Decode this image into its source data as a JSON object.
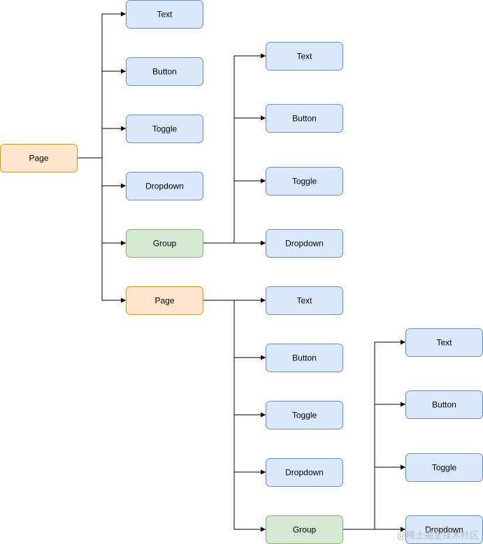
{
  "colors": {
    "page_fill": "#ffe6cc",
    "page_stroke": "#d79b00",
    "component_fill": "#dae8fc",
    "component_stroke": "#6c8ebf",
    "group_fill": "#d5e8d4",
    "group_stroke": "#82b366",
    "edge": "#000000"
  },
  "nodes": [
    {
      "id": "page-root",
      "label": "Page",
      "kind": "page"
    },
    {
      "id": "text-1",
      "label": "Text",
      "kind": "component"
    },
    {
      "id": "button-1",
      "label": "Button",
      "kind": "component"
    },
    {
      "id": "toggle-1",
      "label": "Toggle",
      "kind": "component"
    },
    {
      "id": "dropdown-1",
      "label": "Dropdown",
      "kind": "component"
    },
    {
      "id": "group-1",
      "label": "Group",
      "kind": "group"
    },
    {
      "id": "page-2",
      "label": "Page",
      "kind": "page"
    },
    {
      "id": "text-2",
      "label": "Text",
      "kind": "component"
    },
    {
      "id": "button-2",
      "label": "Button",
      "kind": "component"
    },
    {
      "id": "toggle-2",
      "label": "Toggle",
      "kind": "component"
    },
    {
      "id": "dropdown-2",
      "label": "Dropdown",
      "kind": "component"
    },
    {
      "id": "text-3",
      "label": "Text",
      "kind": "component"
    },
    {
      "id": "button-3",
      "label": "Button",
      "kind": "component"
    },
    {
      "id": "toggle-3",
      "label": "Toggle",
      "kind": "component"
    },
    {
      "id": "dropdown-3",
      "label": "Dropdown",
      "kind": "component"
    },
    {
      "id": "group-2",
      "label": "Group",
      "kind": "group"
    },
    {
      "id": "text-4",
      "label": "Text",
      "kind": "component"
    },
    {
      "id": "button-4",
      "label": "Button",
      "kind": "component"
    },
    {
      "id": "toggle-4",
      "label": "Toggle",
      "kind": "component"
    },
    {
      "id": "dropdown-4",
      "label": "Dropdown",
      "kind": "component"
    }
  ],
  "edges": [
    {
      "from": "page-root",
      "to": "text-1"
    },
    {
      "from": "page-root",
      "to": "button-1"
    },
    {
      "from": "page-root",
      "to": "toggle-1"
    },
    {
      "from": "page-root",
      "to": "dropdown-1"
    },
    {
      "from": "page-root",
      "to": "group-1"
    },
    {
      "from": "page-root",
      "to": "page-2"
    },
    {
      "from": "group-1",
      "to": "text-2"
    },
    {
      "from": "group-1",
      "to": "button-2"
    },
    {
      "from": "group-1",
      "to": "toggle-2"
    },
    {
      "from": "group-1",
      "to": "dropdown-2"
    },
    {
      "from": "page-2",
      "to": "text-3"
    },
    {
      "from": "page-2",
      "to": "button-3"
    },
    {
      "from": "page-2",
      "to": "toggle-3"
    },
    {
      "from": "page-2",
      "to": "dropdown-3"
    },
    {
      "from": "page-2",
      "to": "group-2"
    },
    {
      "from": "group-2",
      "to": "text-4"
    },
    {
      "from": "group-2",
      "to": "button-4"
    },
    {
      "from": "group-2",
      "to": "toggle-4"
    },
    {
      "from": "group-2",
      "to": "dropdown-4"
    }
  ],
  "watermark": "@稀土掘金技术社区"
}
